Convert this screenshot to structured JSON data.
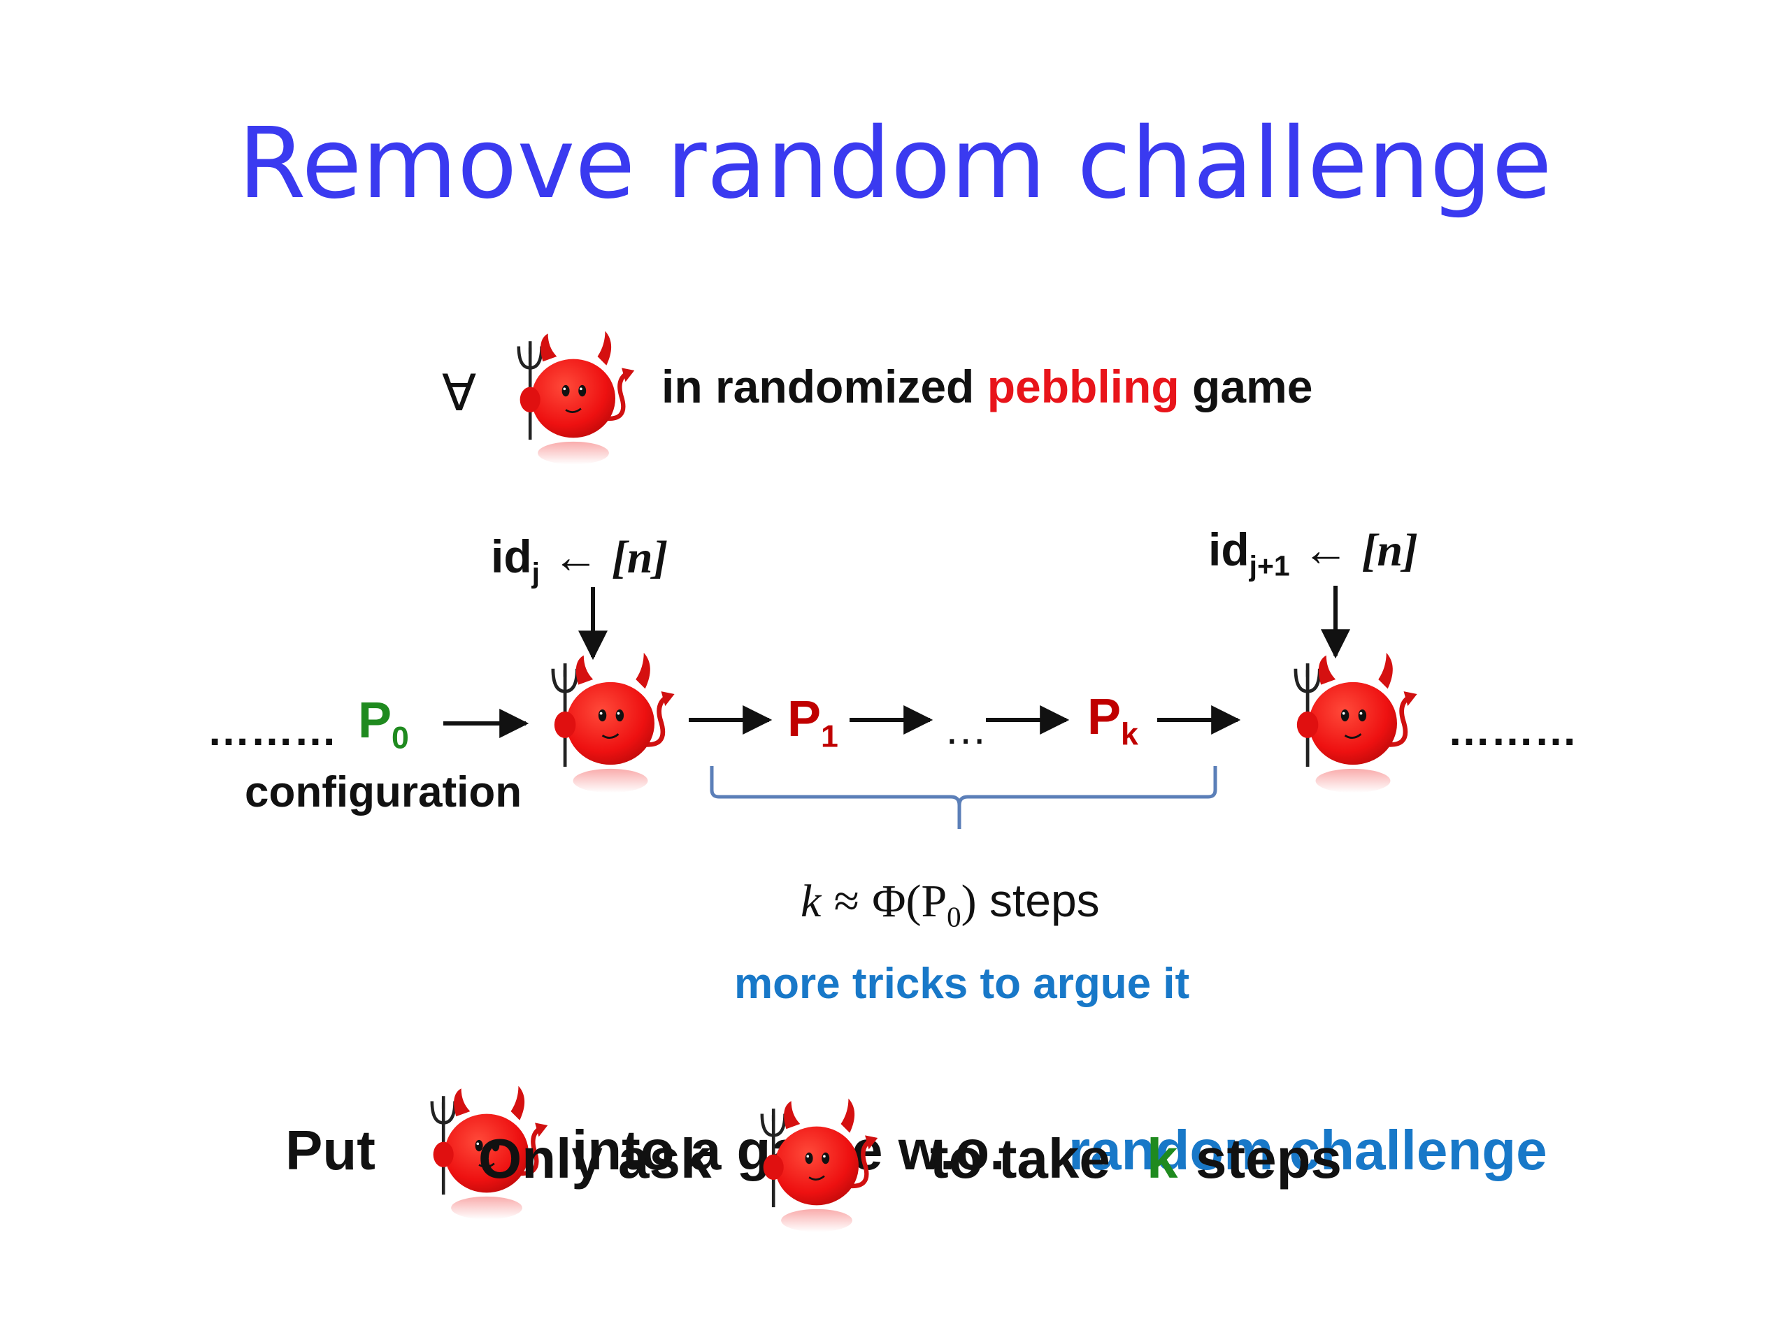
{
  "slide": {
    "title": "Remove random challenge",
    "forall_symbol": "∀",
    "statement": {
      "part1": "in randomized",
      "highlight": "pebbling",
      "part2": "game"
    },
    "challenge_left": {
      "id_text": "id",
      "id_sub": "j",
      "arrow": "←",
      "set": "[n]"
    },
    "challenge_right": {
      "id_text": "id",
      "id_sub": "j+1",
      "arrow": "←",
      "set": "[n]"
    },
    "chain": {
      "dots_left": "………",
      "p0_letter": "P",
      "p0_sub": "0",
      "p0_label": "configuration",
      "p1_letter": "P",
      "p1_sub": "1",
      "ellipsis_mid": "…",
      "pk_letter": "P",
      "pk_sub": "k",
      "dots_right": "………"
    },
    "brace_label": {
      "k": "k",
      "approx": "≈",
      "phi": "Φ(P",
      "phi_sub": "0",
      "close": ")",
      "steps": "steps"
    },
    "tricks_note": "more tricks to argue it",
    "bottom_overlap": {
      "line_a": {
        "put": "Put",
        "into": "into a game w.o.",
        "random_challenge": "random challenge"
      },
      "line_b": {
        "only_ask": "Only ask",
        "to_take": "to take",
        "k": "k",
        "steps": "steps"
      }
    }
  },
  "colors": {
    "title": "#3a3af0",
    "red_highlight": "#e8141a",
    "pebble_red": "#c00000",
    "green": "#1f8a1f",
    "blue": "#1878c8",
    "brace": "#5b7fb8",
    "devil": "#ee1111"
  },
  "icons": [
    "devil-icon",
    "arrow-right-icon",
    "arrow-down-icon",
    "brace-icon"
  ]
}
